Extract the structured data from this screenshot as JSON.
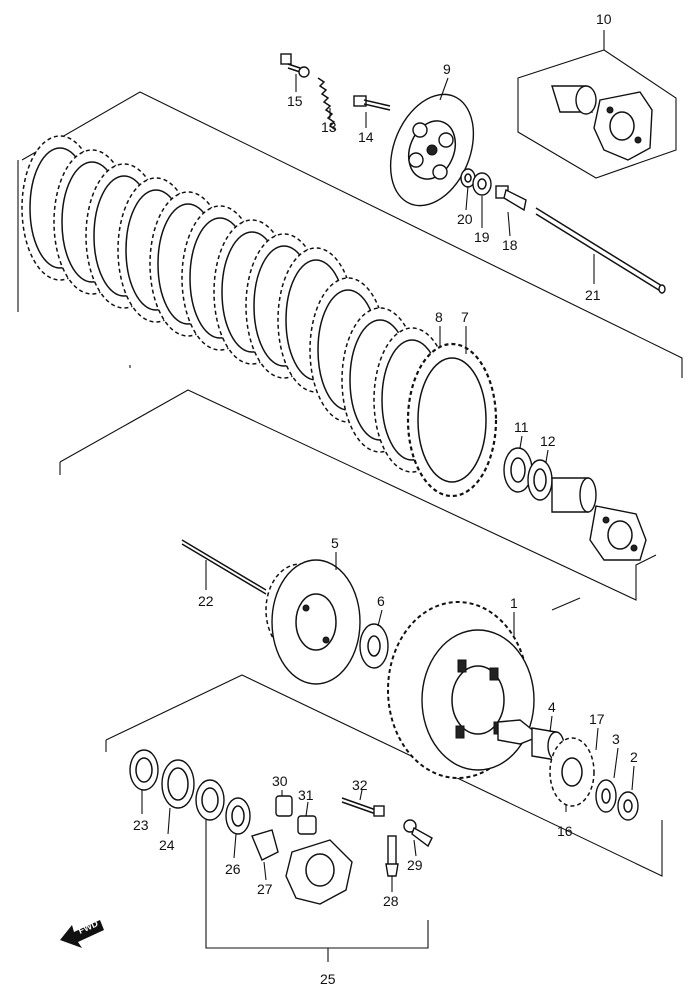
{
  "callouts": [
    {
      "id": "c1",
      "text": "1"
    },
    {
      "id": "c2",
      "text": "2"
    },
    {
      "id": "c3",
      "text": "3"
    },
    {
      "id": "c4",
      "text": "4"
    },
    {
      "id": "c5",
      "text": "5"
    },
    {
      "id": "c6",
      "text": "6"
    },
    {
      "id": "c7",
      "text": "7"
    },
    {
      "id": "c8",
      "text": "8"
    },
    {
      "id": "c9",
      "text": "9"
    },
    {
      "id": "c10",
      "text": "10"
    },
    {
      "id": "c11",
      "text": "11"
    },
    {
      "id": "c12",
      "text": "12"
    },
    {
      "id": "c13",
      "text": "13"
    },
    {
      "id": "c14",
      "text": "14"
    },
    {
      "id": "c15",
      "text": "15"
    },
    {
      "id": "c16",
      "text": "16"
    },
    {
      "id": "c17",
      "text": "17"
    },
    {
      "id": "c18",
      "text": "18"
    },
    {
      "id": "c19",
      "text": "19"
    },
    {
      "id": "c20",
      "text": "20"
    },
    {
      "id": "c21",
      "text": "21"
    },
    {
      "id": "c22",
      "text": "22"
    },
    {
      "id": "c23",
      "text": "23"
    },
    {
      "id": "c24",
      "text": "24"
    },
    {
      "id": "c25",
      "text": "25"
    },
    {
      "id": "c26",
      "text": "26"
    },
    {
      "id": "c27",
      "text": "27"
    },
    {
      "id": "c28",
      "text": "28"
    },
    {
      "id": "c29",
      "text": "29"
    },
    {
      "id": "c30",
      "text": "30"
    },
    {
      "id": "c31",
      "text": "31"
    },
    {
      "id": "c32",
      "text": "32"
    }
  ],
  "fwd_arrow": {
    "text": "FWD",
    "icon": "fwd-arrow-icon"
  }
}
